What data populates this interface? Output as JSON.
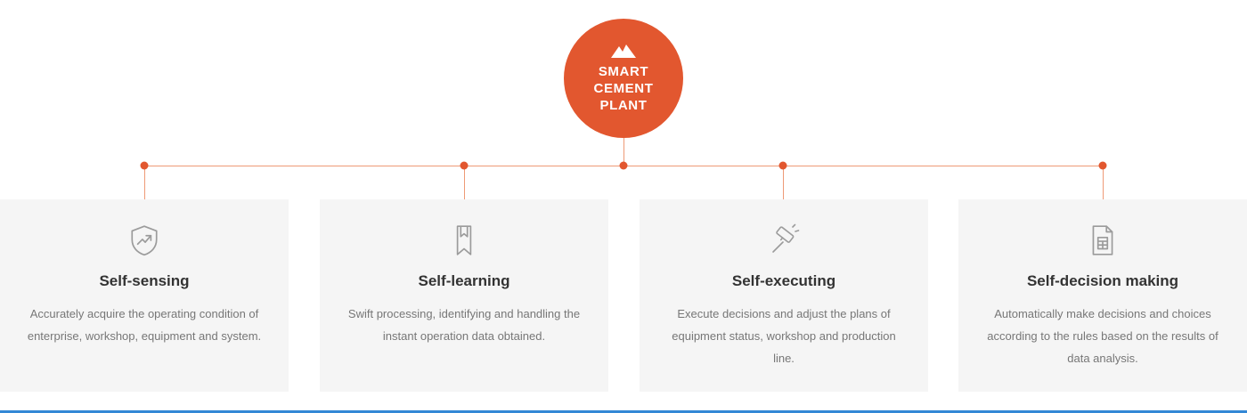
{
  "hub": {
    "icon": "mountain-icon",
    "line1": "SMART",
    "line2": "CEMENT",
    "line3": "PLANT"
  },
  "colors": {
    "accent": "#e2572f",
    "line": "#ee9a76",
    "card_bg": "#f5f5f5",
    "heading": "#333333",
    "body": "#777777",
    "icon": "#9b9b9b",
    "bottom_bar": "#3388d6"
  },
  "cards": [
    {
      "icon": "shield-trend-icon",
      "title": "Self-sensing",
      "description": "Accurately acquire the operating condition of enterprise, workshop, equipment and system."
    },
    {
      "icon": "bookmark-ribbon-icon",
      "title": "Self-learning",
      "description": "Swift processing, identifying and handling the instant operation data obtained."
    },
    {
      "icon": "gavel-icon",
      "title": "Self-executing",
      "description": "Execute decisions and adjust the plans of equipment status, workshop and production line."
    },
    {
      "icon": "document-grid-icon",
      "title": "Self-decision making",
      "description": "Automatically make decisions and choices according to the rules based on the results of data analysis."
    }
  ]
}
